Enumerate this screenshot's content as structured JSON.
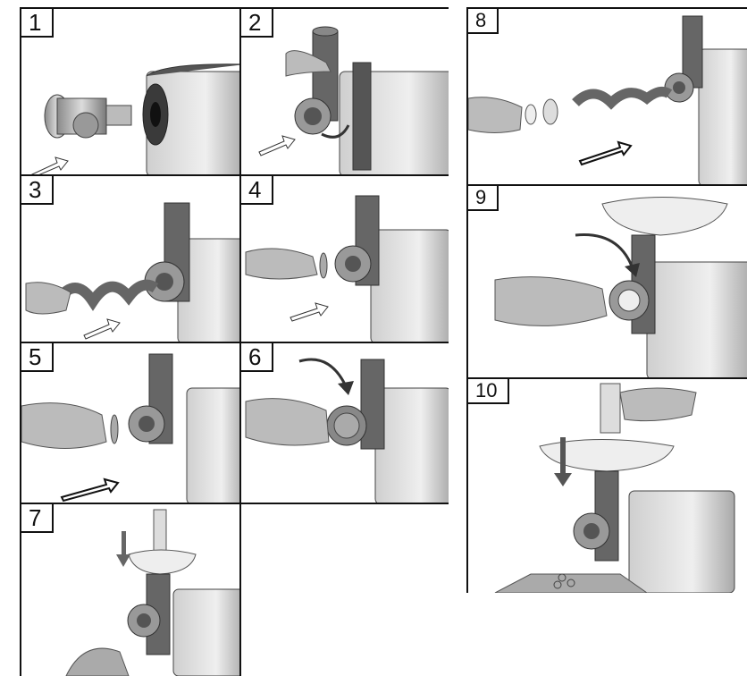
{
  "steps": [
    {
      "number": "1"
    },
    {
      "number": "2"
    },
    {
      "number": "3"
    },
    {
      "number": "4"
    },
    {
      "number": "5"
    },
    {
      "number": "6"
    },
    {
      "number": "7"
    },
    {
      "number": "8"
    },
    {
      "number": "9"
    },
    {
      "number": "10"
    }
  ]
}
